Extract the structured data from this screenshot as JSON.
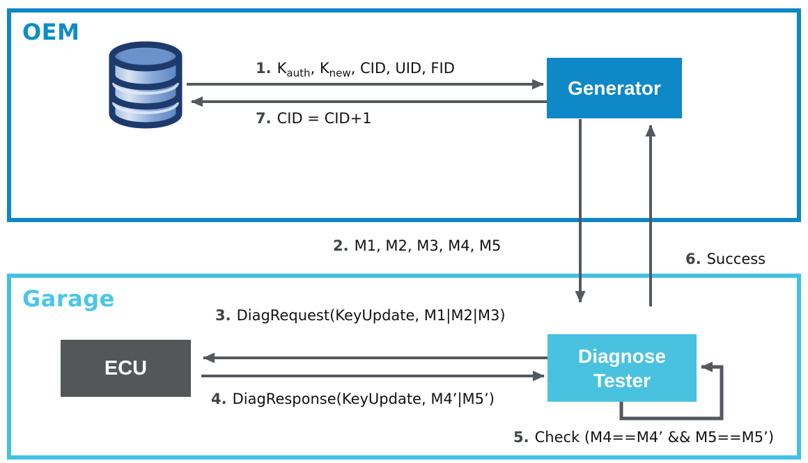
{
  "diagram": {
    "title_regions": [
      "OEM",
      "Garage"
    ],
    "colors": {
      "oem_border": "#0f86c5",
      "oem_label": "#0d8dca",
      "garage_border": "#41c2e2",
      "garage_label": "#49c7e9",
      "generator_fill": "#0e88c6",
      "tester_fill": "#49c2e0",
      "ecu_fill": "#53575a",
      "arrow_gray": "#55595e",
      "db_outline": "#1c3a6c"
    }
  },
  "oem": {
    "label": "OEM",
    "generator": "Generator",
    "database_icon": "database-icon"
  },
  "garage": {
    "label": "Garage",
    "ecu": "ECU",
    "tester_line1": "Diagnose",
    "tester_line2": "Tester"
  },
  "messages": {
    "m1": {
      "num": "1.",
      "k1": "K",
      "k1_sub": "auth",
      "mid": ", K",
      "k2_sub": "new",
      "rest": ", CID, UID, FID"
    },
    "m2": {
      "num": "2.",
      "text": "M1, M2, M3, M4, M5"
    },
    "m3": {
      "num": "3.",
      "text": "DiagRequest(KeyUpdate, M1|M2|M3)"
    },
    "m4": {
      "num": "4.",
      "text": "DiagResponse(KeyUpdate, M4’|M5’)"
    },
    "m5": {
      "num": "5.",
      "text": "Check (M4==M4’ && M5==M5’)"
    },
    "m6": {
      "num": "6.",
      "text": "Success"
    },
    "m7": {
      "num": "7.",
      "text": "CID = CID+1"
    }
  }
}
